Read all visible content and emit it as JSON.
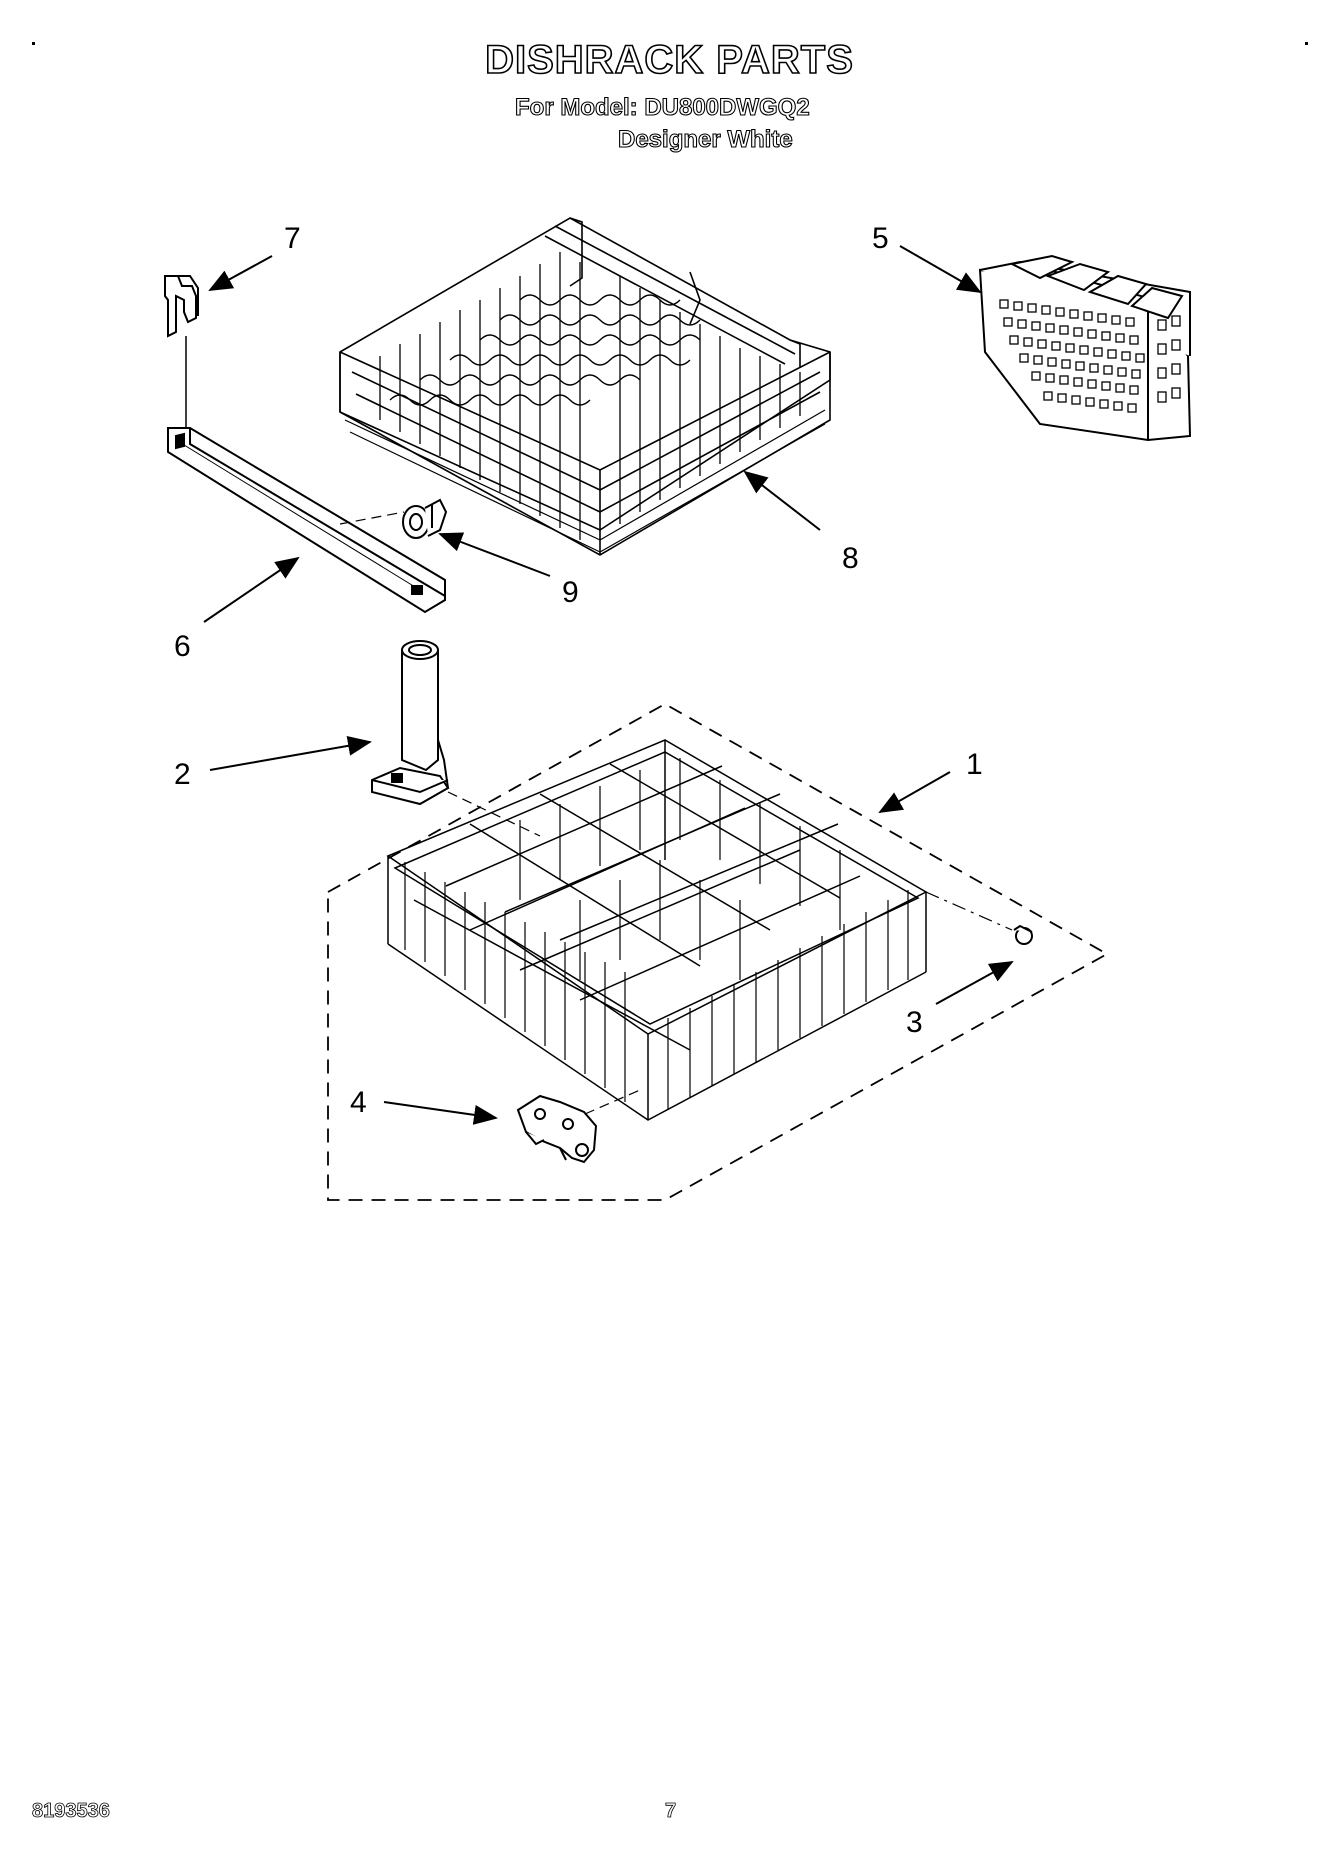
{
  "header": {
    "title": "DISHRACK PARTS",
    "model_line": "For Model: DU800DWGQ2",
    "color_line": "Designer White"
  },
  "callouts": {
    "c1": "1",
    "c2": "2",
    "c3": "3",
    "c4": "4",
    "c5": "5",
    "c6": "6",
    "c7": "7",
    "c8": "8",
    "c9": "9"
  },
  "footer": {
    "doc_number": "8193536",
    "page_number": "7"
  }
}
